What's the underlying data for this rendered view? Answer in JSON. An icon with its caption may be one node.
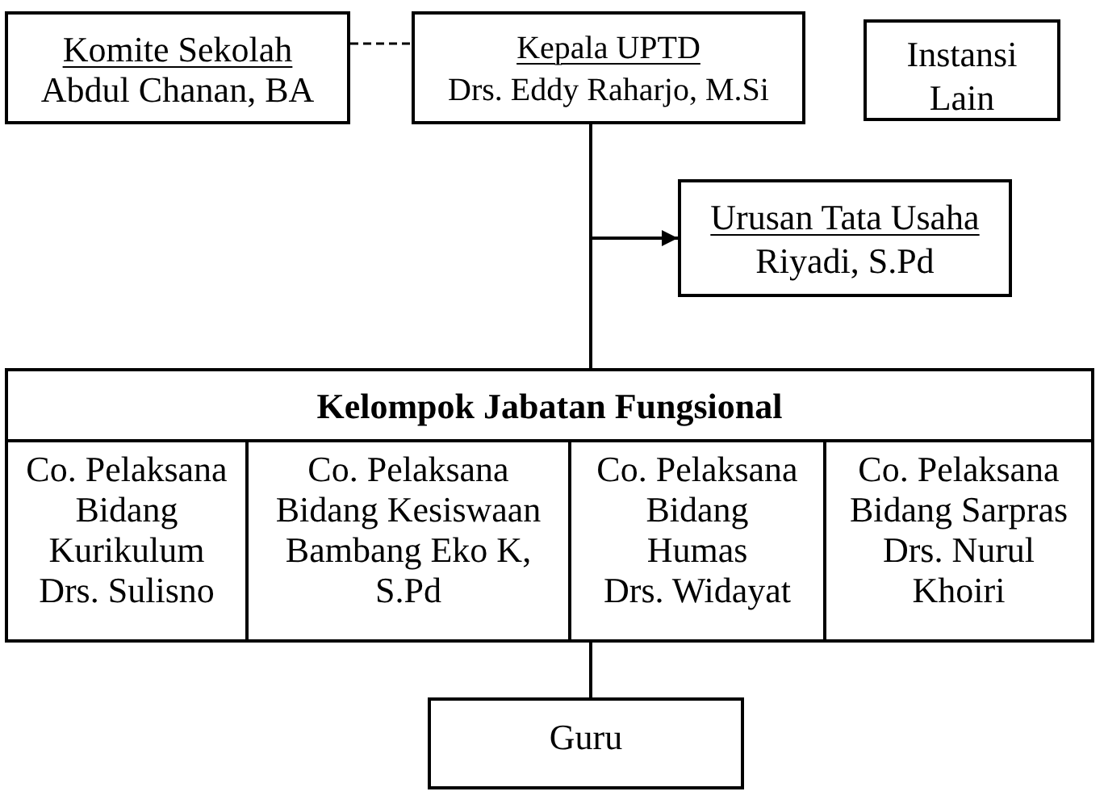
{
  "diagram": {
    "nodes": [
      {
        "text": [
          "Komite Sekolah",
          "Abdul Chanan, BA"
        ]
      },
      {
        "text": [
          "Kepala UPTD",
          "Drs. Eddy Raharjo, M.Si"
        ]
      },
      {
        "text": [
          "Instansi Lain"
        ]
      },
      {
        "text": [
          "Urusan Tata Usaha",
          "Riyadi, S.Pd"
        ]
      },
      {
        "text": [
          "Kelompok Jabatan Fungsional"
        ]
      },
      {
        "text": [
          "Co. Pelaksana Bidang Kurikulum",
          "Drs. Sulisno"
        ],
        "in": 4
      },
      {
        "text": [
          "Co. Pelaksana Bidang Kesiswaan",
          "Bambang Eko K, S.Pd"
        ],
        "in": 4
      },
      {
        "text": [
          "Co. Pelaksana Bidang Humas",
          "Drs. Widayat"
        ],
        "in": 4
      },
      {
        "text": [
          "Co. Pelaksana Bidang Sarpras",
          "Drs. Nurul Khoiri"
        ],
        "in": 4
      },
      {
        "text": [
          "Guru"
        ]
      }
    ],
    "edges": [
      {
        "from": 0,
        "to": 1,
        "arrow": "none",
        "style": "dashed"
      },
      {
        "from": 1,
        "to": 3,
        "arrow": "to"
      },
      {
        "from": 1,
        "to": 4,
        "arrow": "none"
      },
      {
        "from": 4,
        "to": 9,
        "arrow": "none"
      }
    ]
  }
}
